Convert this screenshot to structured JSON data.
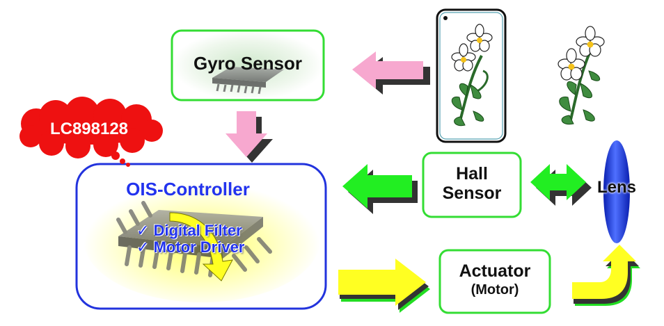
{
  "diagram": {
    "gyro_sensor": {
      "label": "Gyro Sensor"
    },
    "ois_controller": {
      "label": "OIS-Controller",
      "features": [
        {
          "check": "✓",
          "text": "Digital Filter"
        },
        {
          "check": "✓",
          "text": "Motor Driver"
        }
      ]
    },
    "chip_callout": {
      "label": "LC898128"
    },
    "hall_sensor": {
      "line1": "Hall",
      "line2": "Sensor"
    },
    "actuator": {
      "label": "Actuator",
      "sublabel": "(Motor)"
    },
    "lens": {
      "label": "Lens"
    }
  },
  "colors": {
    "box_border_green": "#33dd33",
    "controller_border": "#2233dd",
    "controller_text": "#2233ee",
    "callout_red": "#ee1111",
    "arrow_pink": "#f7a8cf",
    "arrow_green": "#22ee22",
    "arrow_yellow": "#ffff22",
    "lens_blue": "#1133ee"
  },
  "icons": {
    "chip": "integrated-circuit-icon",
    "phone": "smartphone-icon",
    "flower": "flower-icon"
  }
}
